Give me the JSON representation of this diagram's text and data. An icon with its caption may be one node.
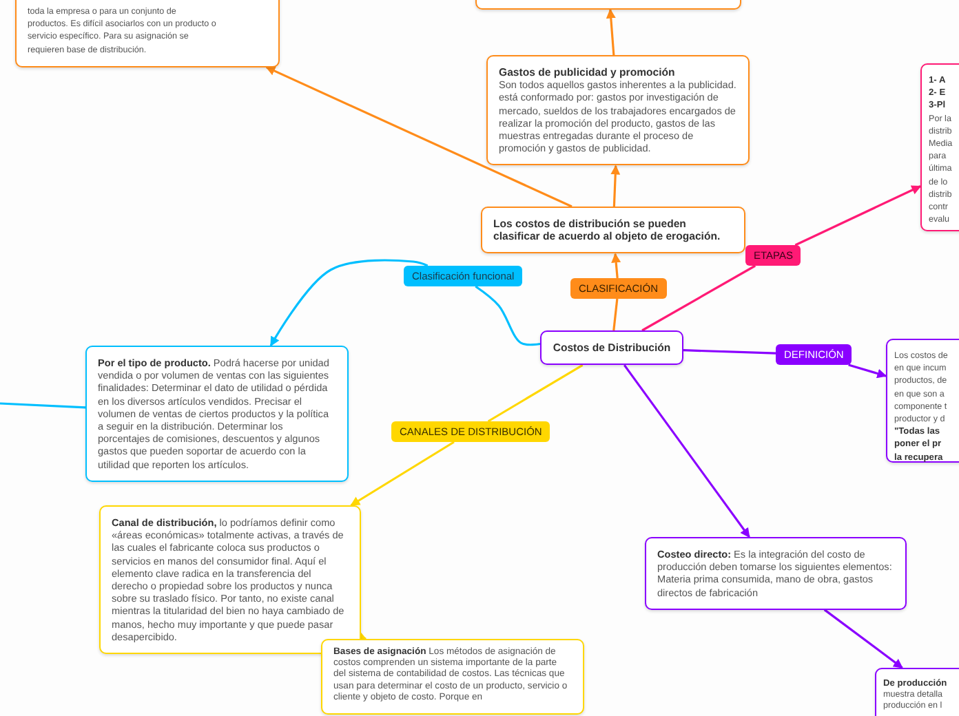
{
  "diagram": {
    "nodes": [
      {
        "text": [
          "toda la empresa o para un conjunto de",
          "productos. Es difícil asociarlos con un producto o",
          "servicio específico. Para su asignación se",
          "requieren base de distribución."
        ]
      },
      {
        "text": [],
        "shape": "box"
      },
      {
        "text": [
          "Gastos de publicidad y promoción",
          "Son todos aquellos gastos inherentes a la publicidad. está conformado por: gastos por investigación de mercado, sueldos de los trabajadores encargados de realizar la promoción del producto, gastos de las muestras entregadas durante el proceso de promoción y gastos de publicidad."
        ]
      },
      {
        "text": [
          "Los costos de distribución se pueden clasificar de acuerdo al objeto de erogación."
        ]
      },
      {
        "text": [
          "1- A",
          "2- E",
          "3-Pl",
          "Por la",
          "distrib",
          "Media",
          "para",
          "última",
          "de lo",
          "distrib",
          "contr",
          "evalu"
        ]
      },
      {
        "text": [
          "Clasificación funcional"
        ]
      },
      {
        "text": [
          "CLASIFICACIÓN"
        ]
      },
      {
        "text": [
          "ETAPAS"
        ]
      },
      {
        "text": [
          "Costos de Distribución"
        ]
      },
      {
        "text": [
          "DEFINICIÓN"
        ]
      },
      {
        "text": [
          "Los costos de",
          "en que incum",
          "productos, de",
          "en que son a",
          "componente t",
          "productor y d",
          "\"Todas las",
          "poner el pr",
          "la recupera"
        ]
      },
      {
        "text": [
          "**Por el tipo de producto.** Podrá hacerse por unidad vendida o por volumen de ventas con las siguientes finalidades: Determinar el dato de utilidad o pérdida en los diversos artículos vendidos. Precisar el volumen de ventas de ciertos productos y la política a seguir en la distribución. Determinar los porcentajes de comisiones, descuentos y algunos gastos que pueden soportar de acuerdo con la utilidad que reporten los artículos."
        ]
      },
      {
        "text": [
          "CANALES DE DISTRIBUCIÓN"
        ]
      },
      {
        "text": [
          "**Canal de distribución,** lo podríamos definir como «áreas económicas» totalmente activas, a través de las cuales el fabricante coloca sus productos o servicios en manos del consumidor final. Aquí el elemento clave radica en la transferencia del derecho o propiedad sobre los productos y nunca sobre su traslado físico. Por tanto, no existe canal mientras la titularidad del bien no haya cambiado de manos, hecho muy importante y que puede pasar desapercibido."
        ]
      },
      {
        "text": [
          "**Costeo directo:** Es la integración del costo de producción deben tomarse los siguientes elementos: Materia prima consumida, mano de obra, gastos directos de fabricación"
        ]
      },
      {
        "text": [
          "**Bases de asignación** Los métodos de asignación de costos comprenden un sistema importante de la parte del sistema de contabilidad de costos. Las técnicas que usan para determinar el costo de un producto, servicio o cliente y objeto de costo. Porque en"
        ]
      },
      {
        "text": [
          "De producción",
          "muestra detalla",
          "producción en l"
        ]
      }
    ],
    "edges": [
      {
        "from": 8,
        "to": 6,
        "arrow": "none"
      },
      {
        "from": 6,
        "to": 3,
        "arrow": "to"
      },
      {
        "from": 3,
        "to": 2,
        "arrow": "to"
      },
      {
        "from": 2,
        "to": 1,
        "arrow": "to"
      },
      {
        "from": 3,
        "to": 0,
        "arrow": "to"
      },
      {
        "from": 8,
        "to": 7,
        "arrow": "none",
        "color": "#ff1a75"
      },
      {
        "from": 7,
        "to": 4,
        "arrow": "to",
        "color": "#ff1a75"
      },
      {
        "from": 8,
        "to": 9,
        "arrow": "none",
        "color": "#8a00ff"
      },
      {
        "from": 9,
        "to": 10,
        "arrow": "to",
        "color": "#8a00ff"
      },
      {
        "from": 8,
        "to": 5,
        "arrow": "none",
        "color": "#00bfff"
      },
      {
        "from": 5,
        "to": 11,
        "arrow": "to",
        "color": "#00bfff"
      },
      {
        "from": 11,
        "to": null,
        "arrow": "none",
        "color": "#00bfff"
      },
      {
        "from": 8,
        "to": 12,
        "arrow": "none",
        "color": "#ffd700"
      },
      {
        "from": 12,
        "to": 13,
        "arrow": "to",
        "color": "#ffd700"
      },
      {
        "from": 13,
        "to": 15,
        "arrow": "to",
        "color": "#ffd700"
      },
      {
        "from": 8,
        "to": 14,
        "arrow": "to",
        "color": "#8a00ff"
      },
      {
        "from": 14,
        "to": 16,
        "arrow": "to",
        "color": "#8a00ff"
      }
    ]
  }
}
